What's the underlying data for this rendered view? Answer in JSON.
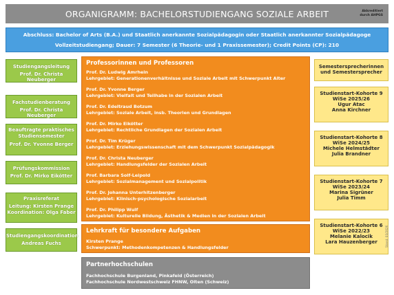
{
  "header": {
    "title": "ORGANIGRAMM: BACHELORSTUDIENGANG SOZIALE ARBEIT",
    "accreditation_line1": "Akkreditiert",
    "accreditation_line2": "durch AHPGS"
  },
  "summary": {
    "line1": "Abschluss: Bachelor of Arts (B.A.) und Staatlich anerkannte Sozialpädagogin oder Staatlich anerkannter Sozialpädagoge",
    "line2": "Vollzeitstudiengang;  Dauer: 7 Semester (6 Theorie- und 1 Praxissemester); Credit Points (CP): 210"
  },
  "left": [
    {
      "title": "Studiengangsleitung",
      "lines": [
        "Prof. Dr. Christa Neuberger"
      ]
    },
    {
      "title": "Fachstudienberatung",
      "lines": [
        "Prof. Dr. Christa Neuberger"
      ]
    },
    {
      "title": "Beauftragte praktisches Studiensemester",
      "lines": [
        "Prof. Dr. Yvonne Berger"
      ]
    },
    {
      "title": "Prüfungskommission",
      "lines": [
        "Prof. Dr. Mirko Eikötter"
      ]
    },
    {
      "title": "Praxisreferat",
      "lines": [
        "Leitung: Kirsten Prange",
        "Koordination: Olga Faber"
      ]
    },
    {
      "title": "Studiengangskoordination",
      "lines": [
        "Andreas Fuchs"
      ]
    }
  ],
  "professors": {
    "heading": "Professorinnen und Professoren",
    "items": [
      {
        "name": "Prof. Dr. Ludwig Amrhein",
        "area": "Lehrgebiet: Generationenverhältnisse und Soziale Arbeit mit Schwerpunkt Alter"
      },
      {
        "name": "Prof. Dr. Yvonne Berger",
        "area": "Lehrgebiet: Vielfalt und Teilhabe in der Sozialen Arbeit"
      },
      {
        "name": "Prof. Dr. Edeltraud Botzum",
        "area": "Lehrgebiet: Soziale Arbeit, insb. Theorien und Grundlagen"
      },
      {
        "name": "Prof. Dr. Mirko Eikötter",
        "area": "Lehrgebiet: Rechtliche Grundlagen der Sozialen Arbeit"
      },
      {
        "name": "Prof. Dr. Tim Krüger",
        "area": "Lehrgebiet: Erziehungswissenschaft mit dem Schwerpunkt Sozialpädagogik"
      },
      {
        "name": "Prof. Dr. Christa Neuberger",
        "area": "Lehrgebiet: Handlungsfelder der Sozialen Arbeit"
      },
      {
        "name": "Prof. Barbara Solf-Leipold",
        "area": "Lehrgebiet: Sozialmanagement und Sozialpolitik"
      },
      {
        "name": "Prof. Dr. Johanna Unterhitzenberger",
        "area": "Lehrgebiet: Klinisch-psychologische Sozialarbeit"
      },
      {
        "name": "Prof. Dr. Philipp Wulf",
        "area": "Lehrgebiet: Kulturelle Bildung, Ästhetik & Medien in der Sozialen Arbeit"
      }
    ]
  },
  "special": {
    "heading": "Lehrkraft für besondere Aufgaben",
    "name": "Kirsten Prange",
    "focus": "Schwerpunkt: Methodenkompetenzen & Handlungsfelder"
  },
  "partners": {
    "heading": "Partnerhochschulen",
    "items": [
      "Fachhochschule Burgenland, Pinkafeld (Österreich)",
      "Fachhochschule Nordwestschweiz FHNW, Olten (Schweiz)"
    ]
  },
  "right": [
    {
      "lines": [
        "Semestersprecherinnen",
        "und Semestersprecher"
      ]
    },
    {
      "lines": [
        "Studienstart-Kohorte 9",
        "WiSe 2025/26",
        "Ugur Atac",
        "Anna Kirchner"
      ]
    },
    {
      "lines": [
        "Studienstart-Kohorte 8",
        "WiSe 2024/25",
        "Michele Helmstädter",
        "Julia Brandner"
      ]
    },
    {
      "lines": [
        "Studienstart-Kohorte 7",
        "WiSe 2023/24",
        "Marina Sigrüner",
        "Julia Timm"
      ]
    },
    {
      "lines": [
        "Studienstart-Kohorte 6",
        "WiSe 2022/23",
        "Melanie Kalocik",
        "Lara Hauzenberger"
      ]
    }
  ],
  "footer": {
    "stand": "Stand: 03/2026"
  }
}
